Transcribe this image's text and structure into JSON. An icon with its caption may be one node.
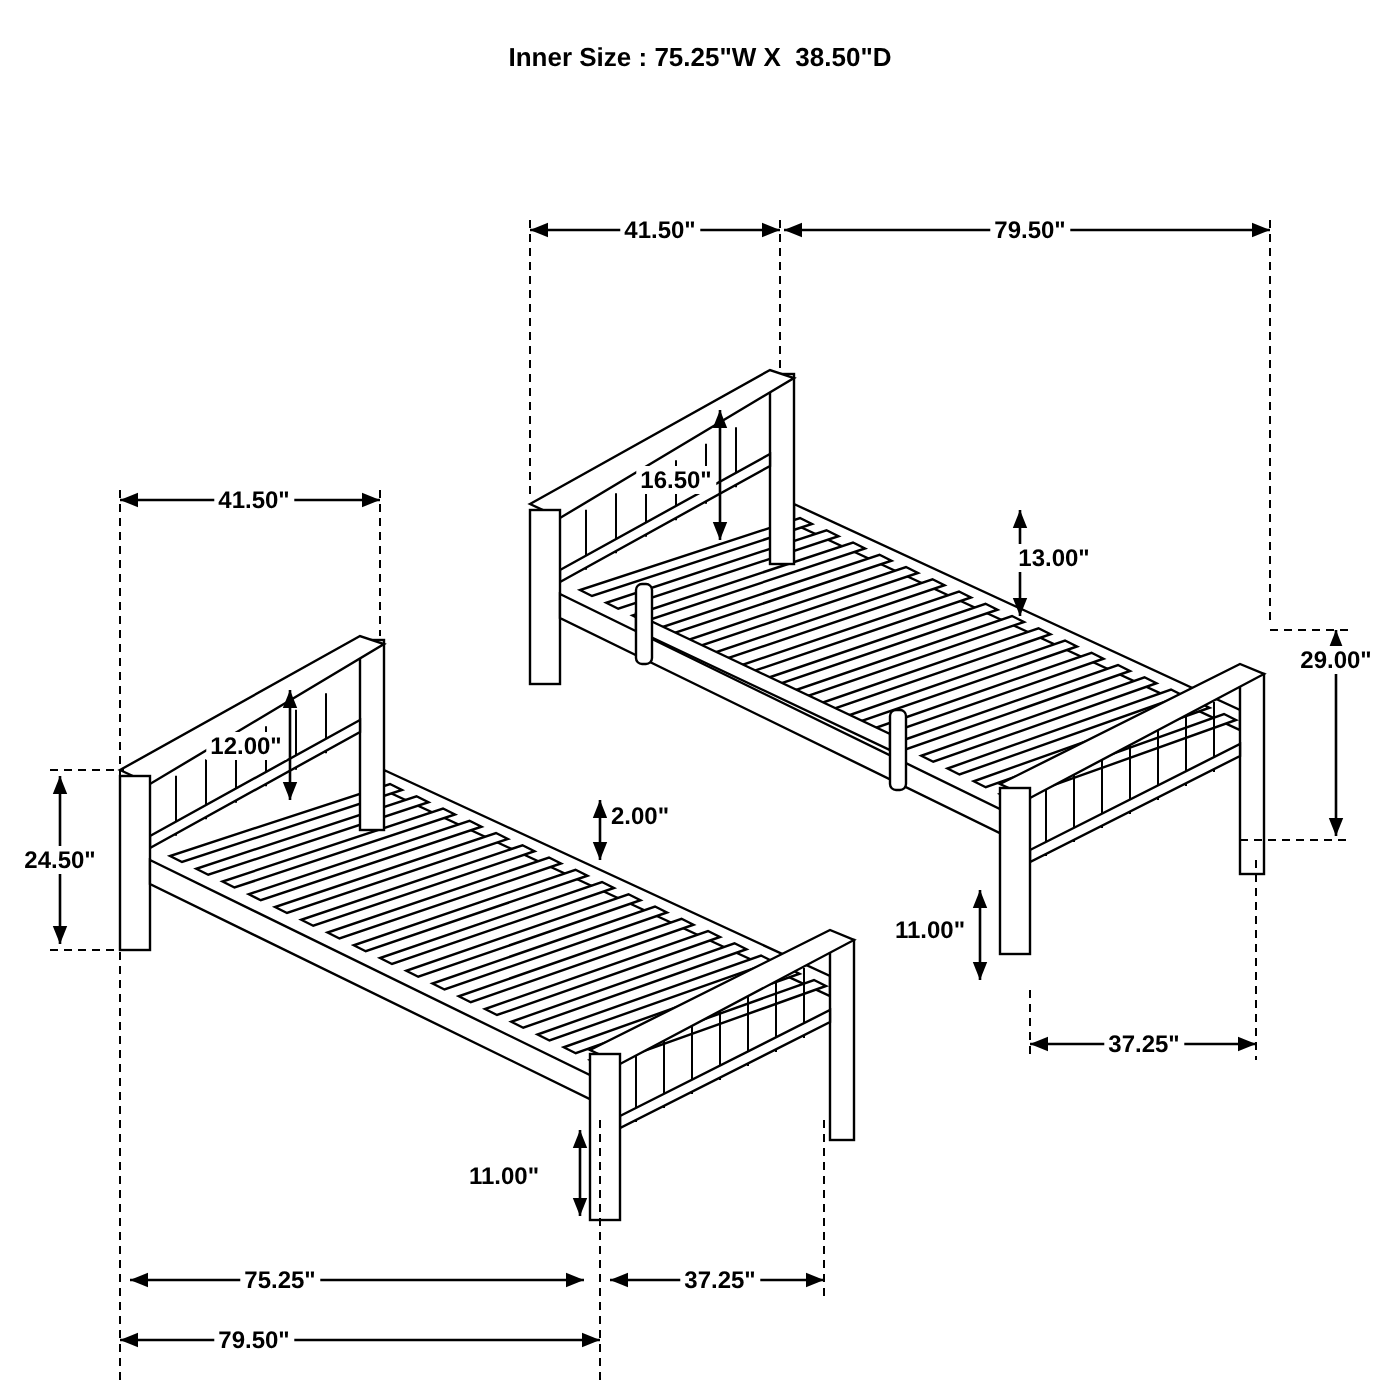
{
  "diagram": {
    "title": "Inner Size : 75.25\"W X  38.50\"D",
    "labels": [
      "41.50\"",
      "79.50\"",
      "16.50\"",
      "13.00\"",
      "41.50\"",
      "29.00\"",
      "12.00\"",
      "24.50\"",
      "2.00\"",
      "11.00\"",
      "37.25\"",
      "11.00\"",
      "75.25\"",
      "37.25\"",
      "79.50\""
    ]
  }
}
